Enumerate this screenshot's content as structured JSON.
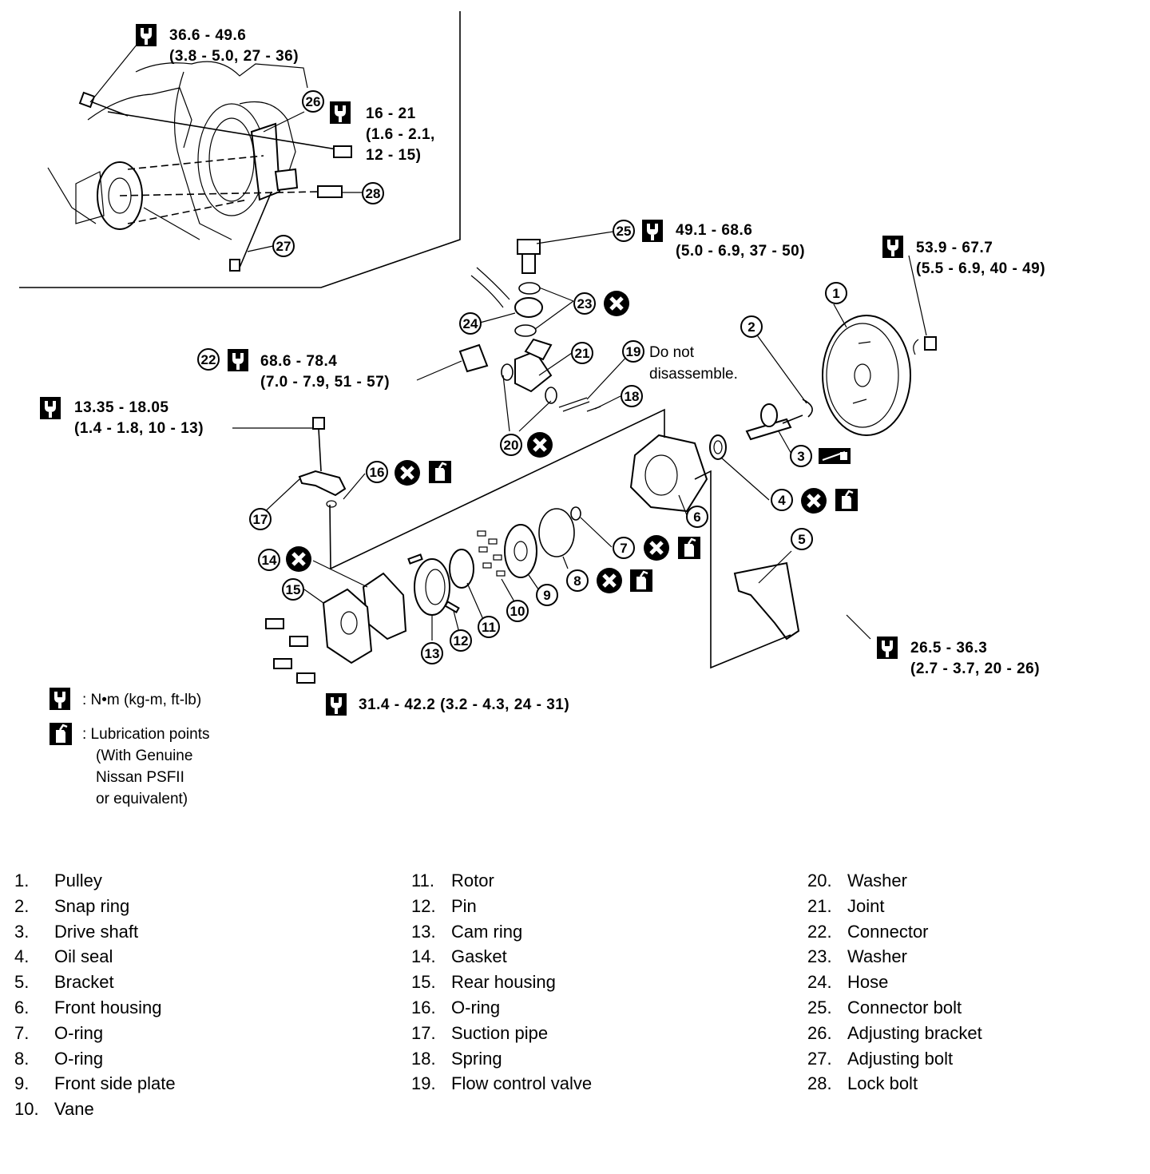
{
  "callouts": {
    "c1": "36.6 - 49.6",
    "c1b": "(3.8 - 5.0, 27 - 36)",
    "c2": "16 - 21",
    "c2b": "(1.6 - 2.1,",
    "c2c": "12 - 15)",
    "c3": "49.1 - 68.6",
    "c3b": "(5.0 - 6.9, 37 - 50)",
    "c4": "53.9 - 67.7",
    "c4b": "(5.5 - 6.9, 40 - 49)",
    "c5": "68.6 - 78.4",
    "c5b": "(7.0 - 7.9, 51 - 57)",
    "c6": "13.35 - 18.05",
    "c6b": "(1.4 - 1.8, 10 - 13)",
    "c7": "26.5 - 36.3",
    "c7b": "(2.7 - 3.7, 20 - 26)",
    "c8": "31.4 - 42.2 (3.2 - 4.3, 24 - 31)",
    "note1": "Do not",
    "note2": "disassemble."
  },
  "key": {
    "torque": ": N•m (kg-m, ft-lb)",
    "lube1": ": Lubrication points",
    "lube2": "(With Genuine",
    "lube3": "Nissan PSFII",
    "lube4": "or equivalent)"
  },
  "parts": [
    {
      "n": "1.",
      "name": "Pulley"
    },
    {
      "n": "2.",
      "name": "Snap ring"
    },
    {
      "n": "3.",
      "name": "Drive shaft"
    },
    {
      "n": "4.",
      "name": "Oil seal"
    },
    {
      "n": "5.",
      "name": "Bracket"
    },
    {
      "n": "6.",
      "name": "Front housing"
    },
    {
      "n": "7.",
      "name": "O-ring"
    },
    {
      "n": "8.",
      "name": "O-ring"
    },
    {
      "n": "9.",
      "name": "Front side plate"
    },
    {
      "n": "10.",
      "name": "Vane"
    },
    {
      "n": "11.",
      "name": "Rotor"
    },
    {
      "n": "12.",
      "name": "Pin"
    },
    {
      "n": "13.",
      "name": "Cam ring"
    },
    {
      "n": "14.",
      "name": "Gasket"
    },
    {
      "n": "15.",
      "name": "Rear housing"
    },
    {
      "n": "16.",
      "name": "O-ring"
    },
    {
      "n": "17.",
      "name": "Suction pipe"
    },
    {
      "n": "18.",
      "name": "Spring"
    },
    {
      "n": "19.",
      "name": "Flow control valve"
    },
    {
      "n": "20.",
      "name": "Washer"
    },
    {
      "n": "21.",
      "name": "Joint"
    },
    {
      "n": "22.",
      "name": "Connector"
    },
    {
      "n": "23.",
      "name": "Washer"
    },
    {
      "n": "24.",
      "name": "Hose"
    },
    {
      "n": "25.",
      "name": "Connector bolt"
    },
    {
      "n": "26.",
      "name": "Adjusting bracket"
    },
    {
      "n": "27.",
      "name": "Adjusting bolt"
    },
    {
      "n": "28.",
      "name": "Lock bolt"
    }
  ],
  "badges": [
    "1",
    "2",
    "3",
    "4",
    "5",
    "6",
    "7",
    "8",
    "9",
    "10",
    "11",
    "12",
    "13",
    "14",
    "15",
    "16",
    "17",
    "18",
    "19",
    "20",
    "21",
    "22",
    "23",
    "24",
    "25",
    "26",
    "27",
    "28"
  ]
}
